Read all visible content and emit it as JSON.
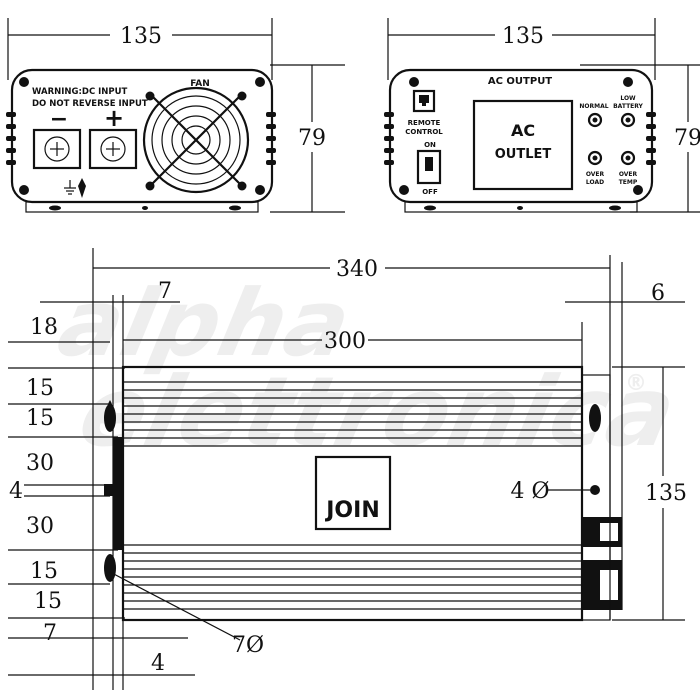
{
  "watermark": {
    "line1": "alpha",
    "line2": "elettronica",
    "registered": "®"
  },
  "front_panel": {
    "width_dim": "135",
    "height_dim": "79",
    "warning_line1": "WARNING:DC INPUT",
    "warning_line2": "DO NOT REVERSE INPUT",
    "fan_label": "FAN",
    "minus_sign": "−",
    "plus_sign": "+"
  },
  "rear_panel": {
    "width_dim": "135",
    "height_dim": "79",
    "ac_output": "AC OUTPUT",
    "remote_line1": "REMOTE",
    "remote_line2": "CONTROL",
    "on_label": "ON",
    "off_label": "OFF",
    "outlet_line1": "AC",
    "outlet_line2": "OUTLET",
    "normal": "NORMAL",
    "low_battery_1": "LOW",
    "low_battery_2": "BATTERY",
    "over_load_1": "OVER",
    "over_load_2": "LOAD",
    "over_temp_1": "OVER",
    "over_temp_2": "TEMP"
  },
  "top_view": {
    "overall_length": "340",
    "body_length": "300",
    "end_offset_right": "6",
    "flange_top": "7",
    "left_18": "18",
    "left_15a": "15",
    "left_15b": "15",
    "left_30a": "30",
    "left_4": "4",
    "left_30b": "30",
    "left_15c": "15",
    "left_15d": "15",
    "bottom_7": "7",
    "bottom_4": "4",
    "hole_7": "7Ø",
    "hole_4": "4 Ø",
    "height_dim": "135",
    "logo": "JOIN"
  }
}
